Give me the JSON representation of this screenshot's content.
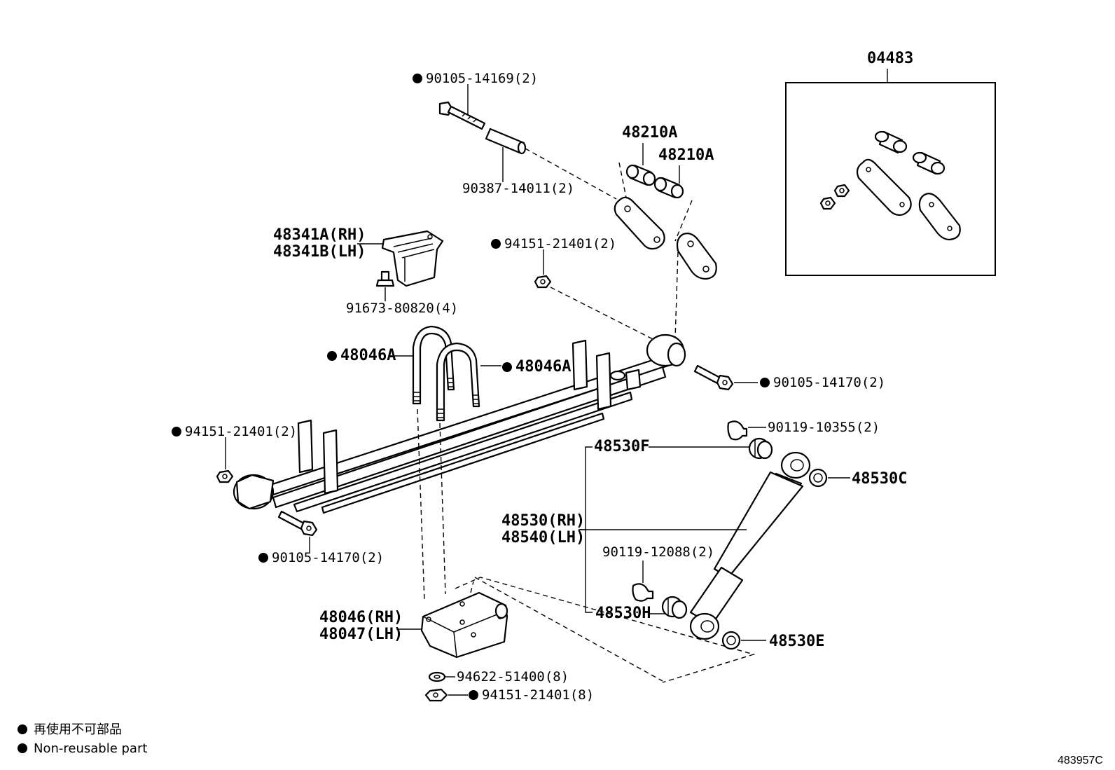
{
  "diagram_id": "483957C",
  "labels": {
    "kit": "04483",
    "bolt_top": "90105-14169(2)",
    "collar": "90387-14011(2)",
    "bush_a1": "48210A",
    "bush_a2": "48210A",
    "seat_rh": "48341A(RH)",
    "seat_lh": "48341B(LH)",
    "seat_bolt": "91673-80820(4)",
    "nut_shackle": "94151-21401(2)",
    "ubolt_left": "48046A",
    "ubolt_right": "48046A",
    "bolt_rear": "90105-14170(2)",
    "nut_front": "94151-21401(2)",
    "bolt_front": "90105-14170(2)",
    "shock_nut": "90119-10355(2)",
    "shock_bush_f": "48530F",
    "shock_washer_c": "48530C",
    "shock_rh": "48530(RH)",
    "shock_lh": "48540(LH)",
    "shock_bolt_low": "90119-12088(2)",
    "shock_bush_h": "48530H",
    "shock_washer_e": "48530E",
    "plate_rh": "48046(RH)",
    "plate_lh": "48047(LH)",
    "washer": "94622-51400(8)",
    "nut_plate": "94151-21401(8)"
  },
  "legend": {
    "jp": "再使用不可部品",
    "en": "Non-reusable part"
  }
}
